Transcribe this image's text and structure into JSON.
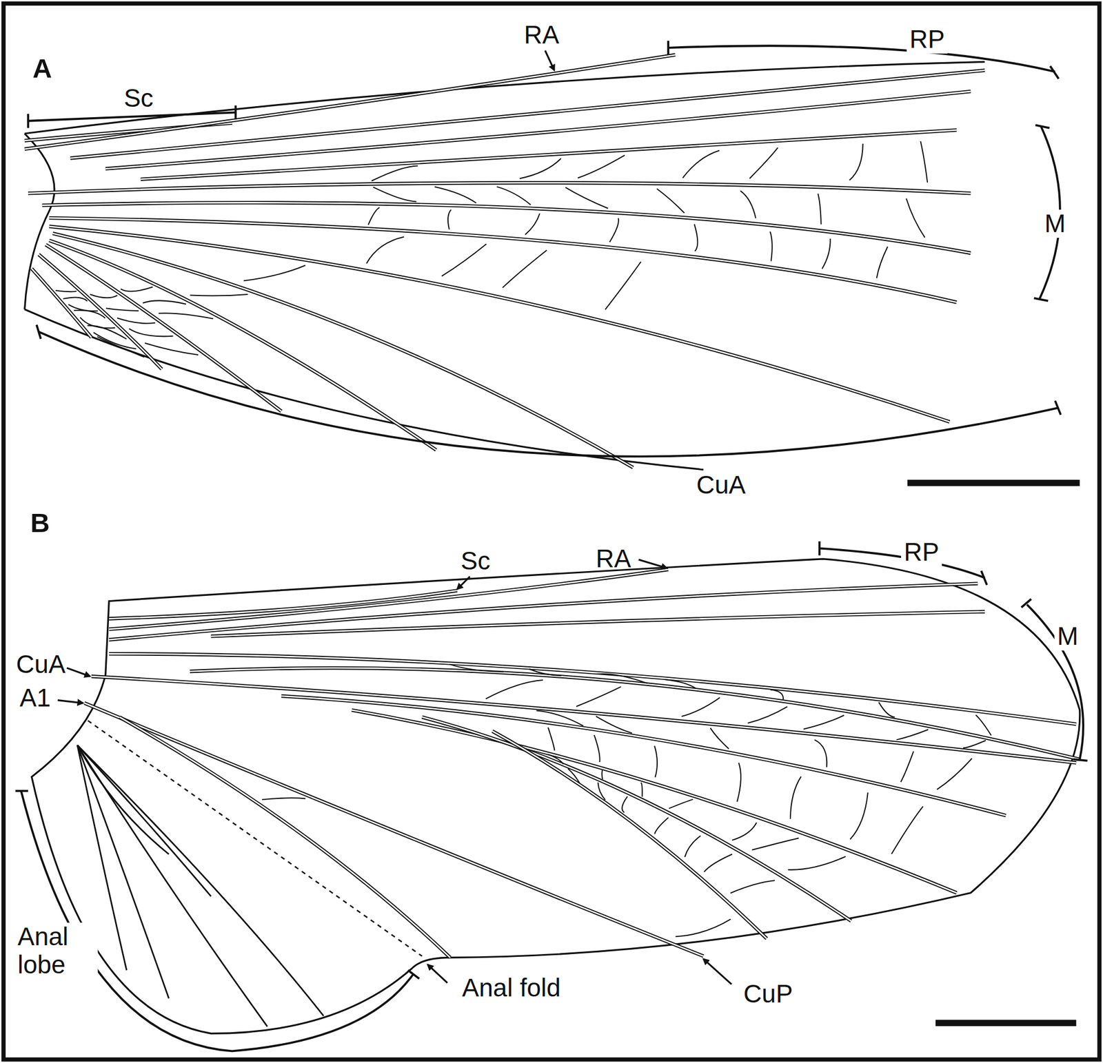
{
  "diagram": {
    "labels": [
      "A",
      "Sc",
      "RA",
      "RP",
      "M",
      "CuA",
      "B",
      "Sc",
      "RA",
      "RP",
      "M",
      "CuA",
      "A1",
      "Anal lobe",
      "Anal fold",
      "CuP"
    ]
  }
}
